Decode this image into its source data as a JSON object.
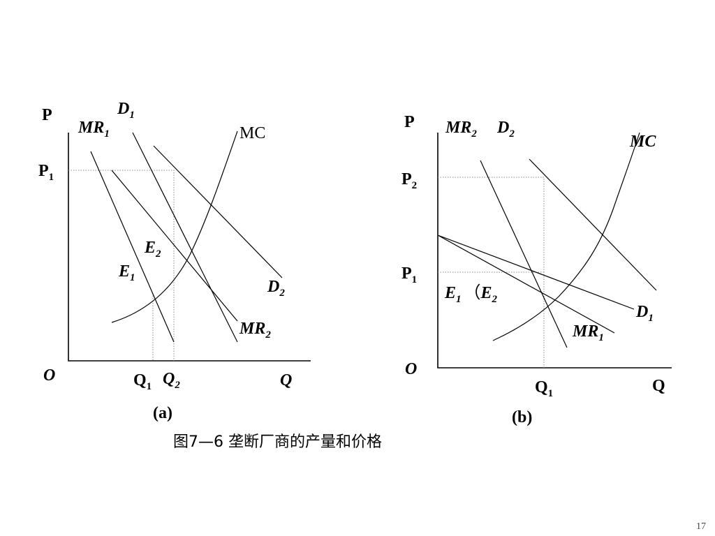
{
  "panel_a": {
    "axis_p": "P",
    "axis_q": "Q",
    "origin": "O",
    "p1": {
      "base": "P",
      "sub": "1"
    },
    "q1": {
      "base": "Q",
      "sub": "1"
    },
    "q2": {
      "base": "Q",
      "sub": "2"
    },
    "d1": {
      "base": "D",
      "sub": "1"
    },
    "mr1": {
      "base": "MR",
      "sub": "1"
    },
    "mc": "MC",
    "e2": {
      "base": "E",
      "sub": "2"
    },
    "e1": {
      "base": "E",
      "sub": "1"
    },
    "d2": {
      "base": "D",
      "sub": "2"
    },
    "mr2": {
      "base": "MR",
      "sub": "2"
    },
    "label": "(a)"
  },
  "panel_b": {
    "axis_p": "P",
    "axis_q": "Q",
    "origin": "O",
    "p2": {
      "base": "P",
      "sub": "2"
    },
    "p1": {
      "base": "P",
      "sub": "1"
    },
    "q1": {
      "base": "Q",
      "sub": "1"
    },
    "mr2": {
      "base": "MR",
      "sub": "2"
    },
    "d2": {
      "base": "D",
      "sub": "2"
    },
    "mc": "MC",
    "e1": {
      "base": "E",
      "sub": "1"
    },
    "paren": "（",
    "e2": {
      "base": "E",
      "sub": "2"
    },
    "d1": {
      "base": "D",
      "sub": "1"
    },
    "mr1": {
      "base": "MR",
      "sub": "1"
    },
    "label": "(b)"
  },
  "caption": "图7—6  垄断厂商的产量和价格",
  "page_number": "17"
}
